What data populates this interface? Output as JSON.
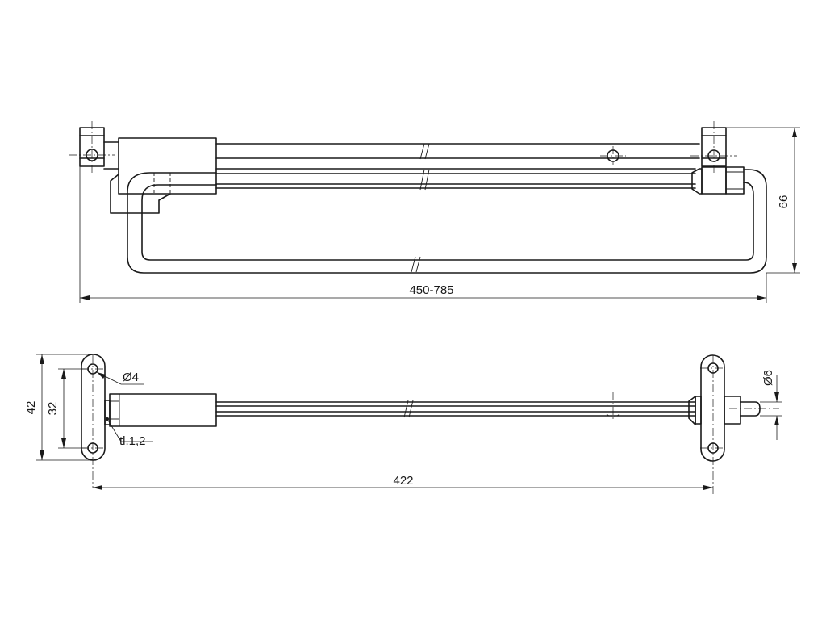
{
  "dimensions": {
    "top_length": "450-785",
    "top_height": "66",
    "bottom_length": "422",
    "bracket_height": "42",
    "hole_spacing": "32",
    "hole_diameter": "Ø4",
    "thickness": "tl.1,2",
    "rod_diameter": "Ø6"
  }
}
